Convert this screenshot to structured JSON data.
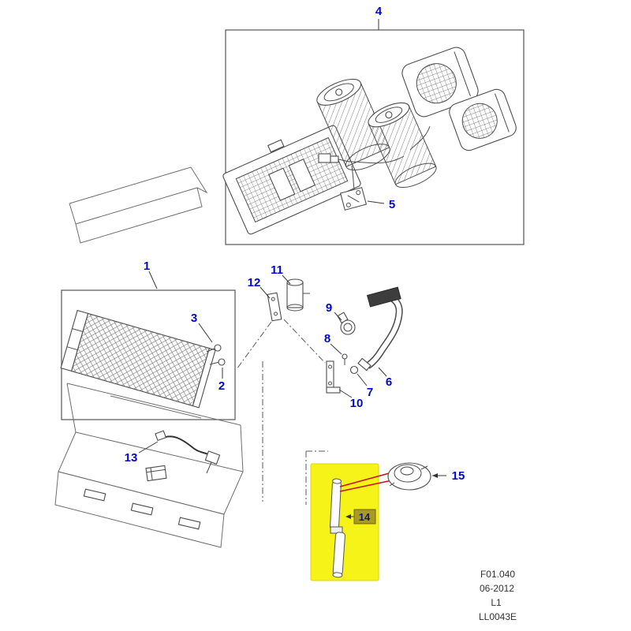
{
  "diagram": {
    "title_hint": "exploded-parts-diagram-heater-blower",
    "part_labels": {
      "p1": "1",
      "p2": "2",
      "p3": "3",
      "p4": "4",
      "p5": "5",
      "p6": "6",
      "p7": "7",
      "p8": "8",
      "p9": "9",
      "p10": "10",
      "p11": "11",
      "p12": "12",
      "p13": "13",
      "p14": "14",
      "p15": "15"
    },
    "footer": {
      "code": "F01.040",
      "date": "06-2012",
      "sheet": "L1",
      "drawing_no": "LL0043E"
    },
    "colors": {
      "label_blue": "#0008c8",
      "line_gray": "#4d4d4d",
      "highlight_yellow": "#f5f318",
      "badge_olive": "#a89a28",
      "leader_red": "#cc1111"
    }
  }
}
